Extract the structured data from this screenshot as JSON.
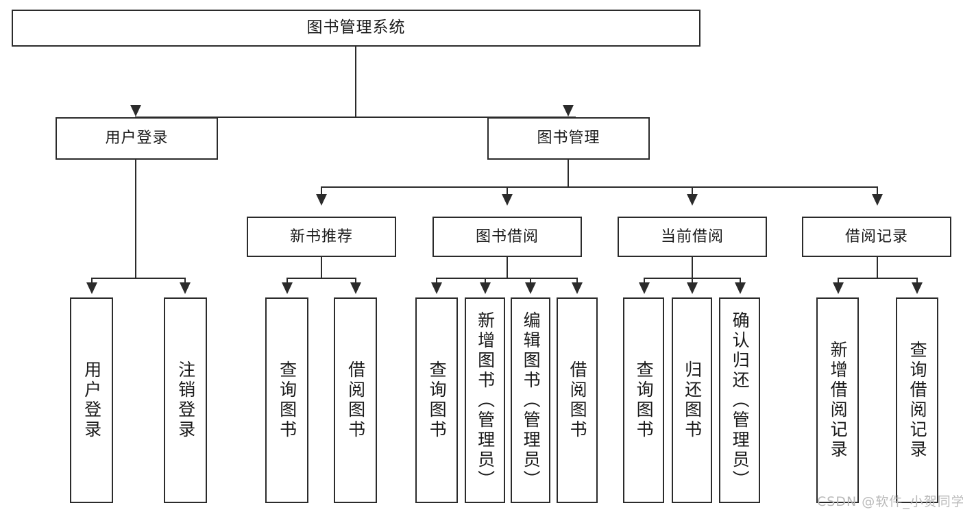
{
  "diagram": {
    "type": "tree-hierarchy",
    "title": "图书管理系统",
    "root": {
      "id": "root",
      "label": "图书管理系统"
    },
    "level2": [
      {
        "id": "user-login",
        "label": "用户登录"
      },
      {
        "id": "book-management",
        "label": "图书管理"
      }
    ],
    "level3": [
      {
        "id": "new-book-recommend",
        "label": "新书推荐",
        "parent": "book-management"
      },
      {
        "id": "book-borrow",
        "label": "图书借阅",
        "parent": "book-management"
      },
      {
        "id": "current-borrow",
        "label": "当前借阅",
        "parent": "book-management"
      },
      {
        "id": "borrow-record",
        "label": "借阅记录",
        "parent": "book-management"
      }
    ],
    "leaves": [
      {
        "id": "leaf-user-login",
        "label": "用户登录",
        "parent": "user-login"
      },
      {
        "id": "leaf-logout-login",
        "label": "注销登录",
        "parent": "user-login"
      },
      {
        "id": "leaf-query-book-1",
        "label": "查询图书",
        "parent": "new-book-recommend"
      },
      {
        "id": "leaf-borrow-book-1",
        "label": "借阅图书",
        "parent": "new-book-recommend"
      },
      {
        "id": "leaf-query-book-2",
        "label": "查询图书",
        "parent": "book-borrow"
      },
      {
        "id": "leaf-add-book",
        "label": "新增图书（管理员）",
        "parent": "book-borrow"
      },
      {
        "id": "leaf-edit-book",
        "label": "编辑图书（管理员）",
        "parent": "book-borrow"
      },
      {
        "id": "leaf-borrow-book-2",
        "label": "借阅图书",
        "parent": "book-borrow"
      },
      {
        "id": "leaf-query-book-3",
        "label": "查询图书",
        "parent": "current-borrow"
      },
      {
        "id": "leaf-return-book",
        "label": "归还图书",
        "parent": "current-borrow"
      },
      {
        "id": "leaf-confirm-return",
        "label": "确认归还（管理员）",
        "parent": "current-borrow"
      },
      {
        "id": "leaf-add-record",
        "label": "新增借阅记录",
        "parent": "borrow-record"
      },
      {
        "id": "leaf-query-record",
        "label": "查询借阅记录",
        "parent": "borrow-record"
      }
    ]
  },
  "watermark": {
    "text": "CSDN @软件_小贺同学"
  },
  "colors": {
    "stroke": "#2b2b2b",
    "fill": "#ffffff",
    "text": "#1a1a1a",
    "watermark": "#b9b9b9"
  }
}
